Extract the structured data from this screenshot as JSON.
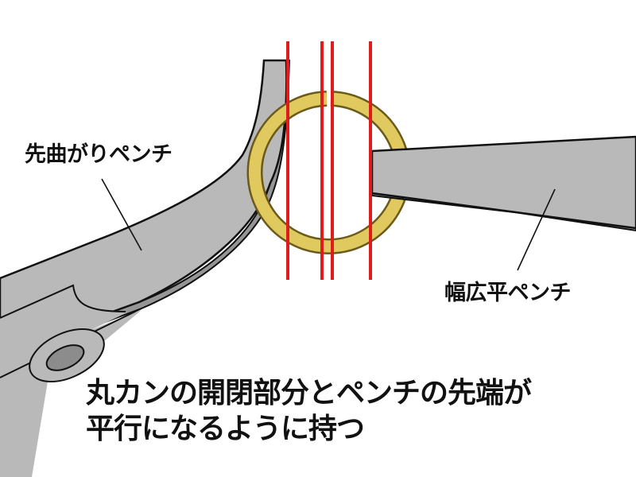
{
  "labels": {
    "bent_nose_pliers": "先曲がりペンチ",
    "flat_nose_pliers": "幅広平ペンチ"
  },
  "caption": {
    "line1": "丸カンの開閉部分とペンチの先端が",
    "line2": "平行になるように持つ"
  },
  "colors": {
    "plier_fill": "#b9b9b9",
    "plier_shadow": "#969696",
    "ring_fill": "#e0c95e",
    "ring_stroke": "#6b5a1a",
    "guide_line": "#e01b1b",
    "outline": "#111111"
  },
  "guide_lines_x": [
    362,
    405,
    418,
    466
  ]
}
